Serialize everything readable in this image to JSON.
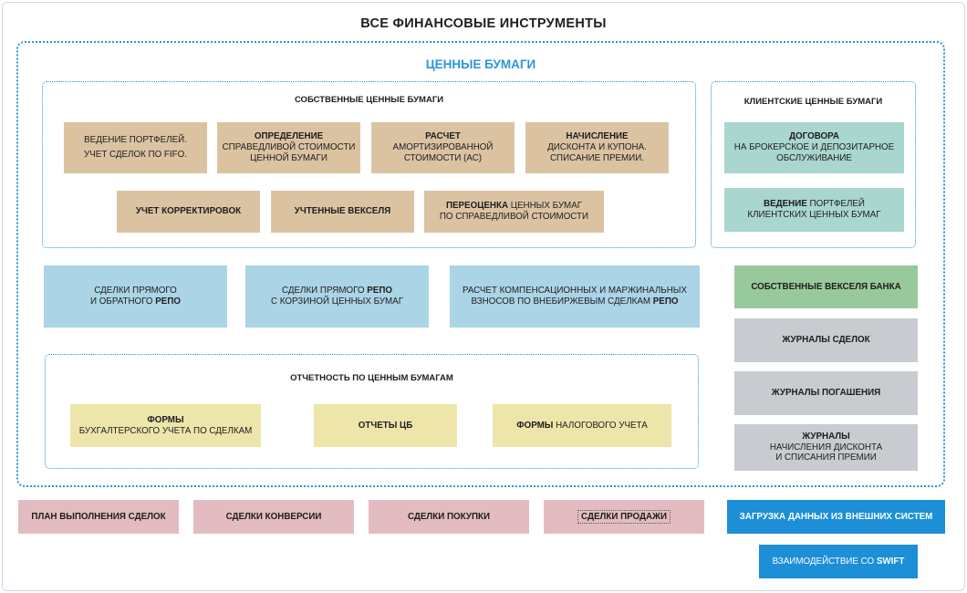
{
  "title": "ВСЕ ФИНАНСОВЫЕ ИНСТРУМЕНТЫ",
  "securities": {
    "title": "ЦЕННЫЕ БУМАГИ",
    "own": {
      "title": "СОБСТВЕННЫЕ ЦЕННЫЕ БУМАГИ",
      "items": [
        {
          "line1": "ВЕДЕНИЕ ПОРТФЕЛЕЙ.",
          "line2": "УЧЕТ СДЕЛОК ПО FIFO."
        },
        {
          "bold": "ОПРЕДЕЛЕНИЕ",
          "line1": "СПРАВЕДЛИВОЙ СТОИМОСТИ",
          "line2": "ЦЕННОЙ БУМАГИ"
        },
        {
          "bold": "РАСЧЕТ",
          "line1": "АМОРТИЗИРОВАННОЙ",
          "line2": "СТОИМОСТИ (АС)"
        },
        {
          "bold": "НАЧИСЛЕНИЕ",
          "line1": "ДИСКОНТА И КУПОНА.",
          "line2": "СПИСАНИЕ ПРЕМИИ."
        },
        {
          "bold": "УЧЕТ КОРРЕКТИРОВОК"
        },
        {
          "bold": "УЧТЕННЫЕ ВЕКСЕЛЯ"
        },
        {
          "bold": "ПЕРЕОЦЕНКА",
          "rest": " ЦЕННЫХ БУМАГ",
          "line2": "ПО СПРАВЕДЛИВОЙ СТОИМОСТИ"
        }
      ]
    },
    "client": {
      "title": "КЛИЕНТСКИЕ ЦЕННЫЕ БУМАГИ",
      "items": [
        {
          "bold": "ДОГОВОРА",
          "line1": "НА БРОКЕРСКОЕ И ДЕПОЗИТАРНОЕ",
          "line2": "ОБСЛУЖИВАНИЕ"
        },
        {
          "bold": "ВЕДЕНИЕ",
          "rest": " ПОРТФЕЛЕЙ",
          "line2": "КЛИЕНТСКИХ ЦЕННЫХ БУМАГ"
        }
      ]
    },
    "repo": [
      {
        "line1": "СДЕЛКИ ПРЯМОГО",
        "line2": "И ОБРАТНОГО ",
        "bold": "РЕПО"
      },
      {
        "line1a": "СДЕЛКИ ПРЯМОГО ",
        "bold": "РЕПО",
        "line2": "С КОРЗИНОЙ ЦЕННЫХ БУМАГ"
      },
      {
        "line1": "РАСЧЕТ КОМПЕНСАЦИОННЫХ И МАРЖИНАЛЬНЫХ",
        "line2": "ВЗНОСОВ ПО ВНЕБИРЖЕВЫМ СДЕЛКАМ ",
        "bold": "РЕПО"
      }
    ],
    "reporting": {
      "title": "ОТЧЕТНОСТЬ ПО ЦЕННЫМ БУМАГАМ",
      "items": [
        {
          "bold": "ФОРМЫ",
          "line2": "БУХГАЛТЕРСКОГО УЧЕТА ПО СДЕЛКАМ"
        },
        {
          "bold": "ОТЧЕТЫ ЦБ"
        },
        {
          "bold": "ФОРМЫ",
          "rest": " НАЛОГОВОГО УЧЕТА"
        }
      ]
    },
    "right_column": {
      "bills": "СОБСТВЕННЫЕ ВЕКСЕЛЯ БАНКА",
      "deal_journals": "ЖУРНАЛЫ СДЕЛОК",
      "redemption_journals": "ЖУРНАЛЫ ПОГАШЕНИЯ",
      "accrual_journals": {
        "bold": "ЖУРНАЛЫ",
        "line1": "НАЧИСЛЕНИЯ ДИСКОНТА",
        "line2": "И СПИСАНИЯ ПРЕМИИ"
      }
    }
  },
  "bottom": {
    "plan": "ПЛАН ВЫПОЛНЕНИЯ СДЕЛОК",
    "conversion": "СДЕЛКИ КОНВЕРСИИ",
    "purchase": "СДЕЛКИ ПОКУПКИ",
    "sale": "СДЕЛКИ ПРОДАЖИ",
    "load": "ЗАГРУЗКА ДАННЫХ ИЗ ВНЕШНИХ СИСТЕМ",
    "swift_prefix": "ВЗАИМОДЕЙСТВИЕ СО ",
    "swift_bold": "SWIFT"
  }
}
